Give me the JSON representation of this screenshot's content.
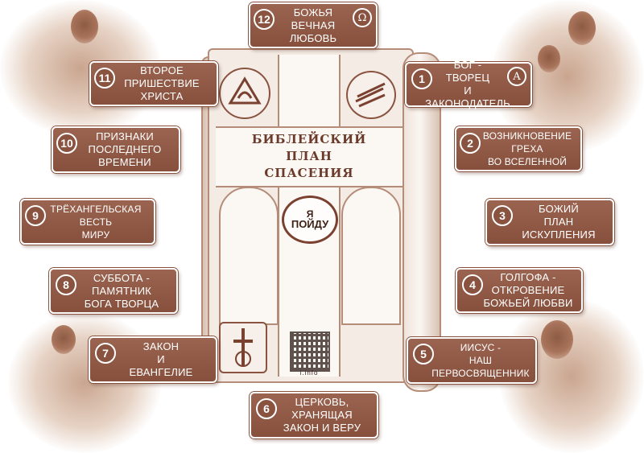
{
  "scroll": {
    "title": "БИБЛЕЙСКИЙ\nПЛАН\nСПАСЕНИЯ",
    "seal_top": "Я",
    "seal_text": "ПОЙДУ",
    "qr_label": "i.info"
  },
  "symbols": {
    "alpha": "A",
    "omega": "Ω"
  },
  "steps": [
    {
      "num": "1",
      "label": "БОГ -\nТВОРЕЦ\nИ ЗАКОНОДАТЕЛЬ"
    },
    {
      "num": "2",
      "label": "ВОЗНИКНОВЕНИЕ\nГРЕХА\nВО ВСЕЛЕННОЙ"
    },
    {
      "num": "3",
      "label": "БОЖИЙ\nПЛАН\nИСКУПЛЕНИЯ"
    },
    {
      "num": "4",
      "label": "ГОЛГОФА -\nОТКРОВЕНИЕ\nБОЖЬЕЙ ЛЮБВИ"
    },
    {
      "num": "5",
      "label": "ИИСУС -\nНАШ\nПЕРВОСВЯЩЕННИК"
    },
    {
      "num": "6",
      "label": "ЦЕРКОВЬ,\nХРАНЯЩАЯ\nЗАКОН И ВЕРУ"
    },
    {
      "num": "7",
      "label": "ЗАКОН\nИ\nЕВАНГЕЛИЕ"
    },
    {
      "num": "8",
      "label": "СУББОТА -\nПАМЯТНИК\nБОГА ТВОРЦА"
    },
    {
      "num": "9",
      "label": "ТРЁХАНГЕЛЬСКАЯ\nВЕСТЬ\nМИРУ"
    },
    {
      "num": "10",
      "label": "ПРИЗНАКИ\nПОСЛЕДНЕГО\nВРЕМЕНИ"
    },
    {
      "num": "11",
      "label": "ВТОРОЕ\nПРИШЕСТВИЕ\nХРИСТА"
    },
    {
      "num": "12",
      "label": "БОЖЬЯ\nВЕЧНАЯ\nЛЮБОВЬ"
    }
  ],
  "colors": {
    "box_fill": "#8a5340",
    "border": "#ffffff",
    "scroll_line": "#b58c78"
  }
}
